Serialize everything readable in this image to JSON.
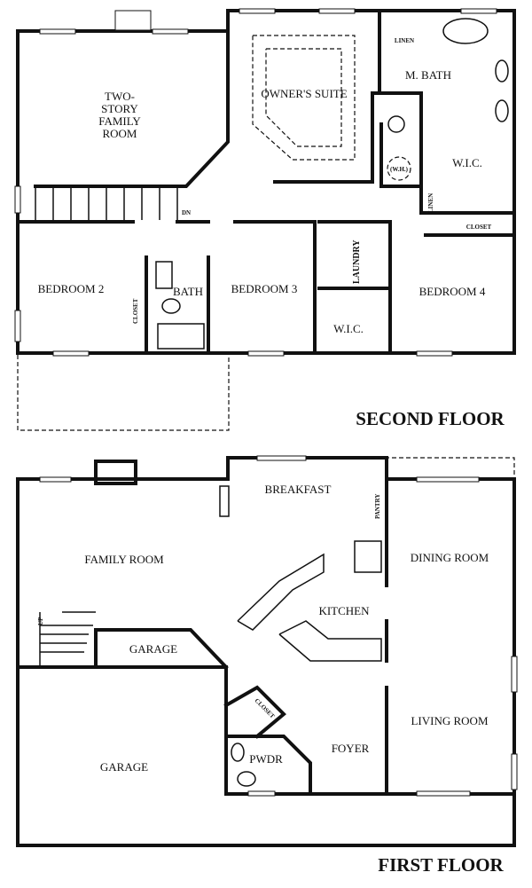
{
  "second_floor": {
    "title": "SECOND FLOOR",
    "rooms": {
      "family_room": [
        "TWO-",
        "STORY",
        "FAMILY",
        "ROOM"
      ],
      "owners_suite": "OWNER'S SUITE",
      "m_bath": "M. BATH",
      "linen_1": "LINEN",
      "wh": "(W.H.)",
      "wic_1": "W.I.C.",
      "linen_2": "LINEN",
      "closet_1": "CLOSET",
      "stairs_dn": "DN",
      "bedroom2": "BEDROOM 2",
      "closet_2": "CLOSET",
      "bath": "BATH",
      "bedroom3": "BEDROOM 3",
      "laundry": "LAUNDRY",
      "wic_2": "W.I.C.",
      "bedroom4": "BEDROOM 4"
    }
  },
  "first_floor": {
    "title": "FIRST FLOOR",
    "rooms": {
      "breakfast": "BREAKFAST",
      "pantry": "PANTRY",
      "family_room": "FAMILY ROOM",
      "dining_room": "DINING ROOM",
      "kitchen": "KITCHEN",
      "stairs_up": "UP",
      "garage_small": "GARAGE",
      "garage": "GARAGE",
      "closet": "CLOSET",
      "living_room": "LIVING ROOM",
      "pwdr": "PWDR",
      "foyer": "FOYER"
    }
  }
}
